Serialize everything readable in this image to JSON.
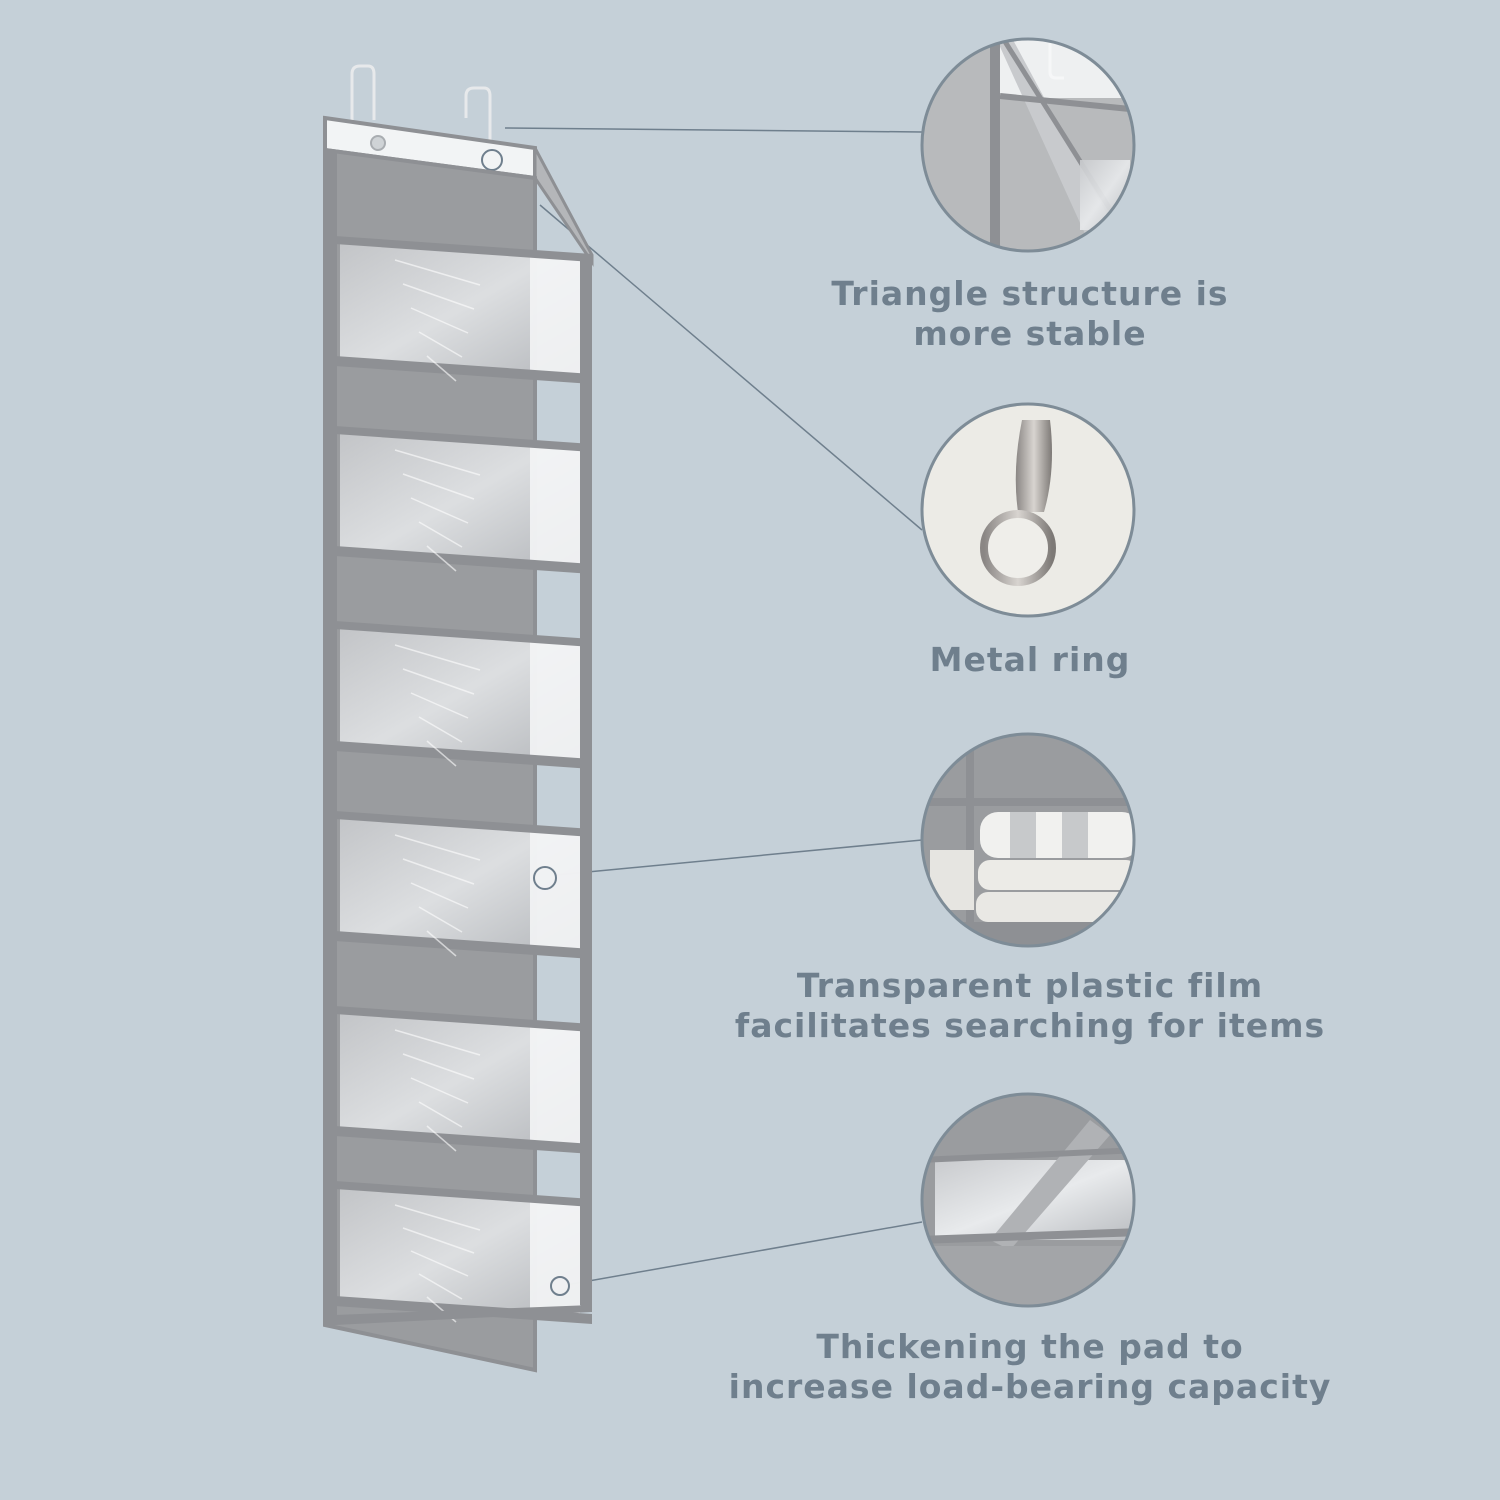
{
  "features": [
    {
      "id": "triangle",
      "lines": [
        "Triangle structure is",
        "more stable"
      ],
      "icon": "triangle-structure-detail"
    },
    {
      "id": "ring",
      "lines": [
        "Metal ring"
      ],
      "icon": "metal-ring-detail"
    },
    {
      "id": "film",
      "lines": [
        "Transparent plastic film",
        "facilitates searching for items"
      ],
      "icon": "folded-towels-detail"
    },
    {
      "id": "pad",
      "lines": [
        "Thickening the pad to",
        "increase load-bearing capacity"
      ],
      "icon": "thick-pad-detail"
    }
  ],
  "colors": {
    "background": "#c5d0d8",
    "caption": "#6f7f8d",
    "fabric": "#9a9c9f",
    "frame": "#8e9094",
    "leader_line": "#6f7f8d"
  }
}
